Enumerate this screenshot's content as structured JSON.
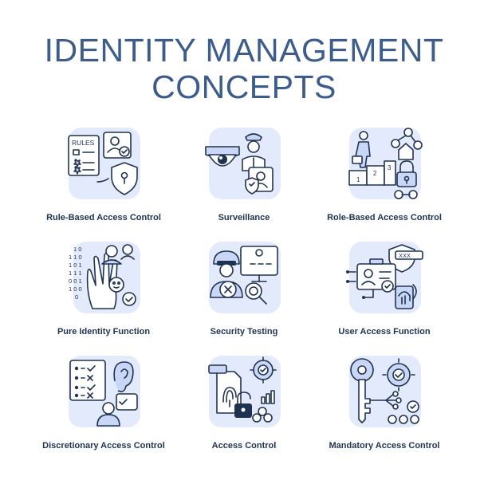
{
  "title": {
    "line1": "IDENTITY MANAGEMENT",
    "line2": "CONCEPTS"
  },
  "colors": {
    "title": "#3b5c8c",
    "label": "#1f3350",
    "icon_background": "#e3eafb",
    "icon_stroke": "#1f3350"
  },
  "concepts": [
    {
      "label": "Rule-Based Access Control",
      "icon": "rules-clipboard-user-shield-icon",
      "icon_text": "RULES"
    },
    {
      "label": "Surveillance",
      "icon": "cctv-camera-guard-icon"
    },
    {
      "label": "Role-Based Access Control",
      "icon": "podium-hierarchy-lock-icon",
      "icon_text": [
        "1",
        "2",
        "3"
      ]
    },
    {
      "label": "Pure Identity Function",
      "icon": "binary-hand-faces-icon",
      "icon_text": [
        "1 0",
        "1 1 0",
        "1 0 1",
        "1 1 1",
        "0 0 1",
        "1 0 0",
        "0"
      ]
    },
    {
      "label": "Security Testing",
      "icon": "hacker-monitor-magnifier-icon"
    },
    {
      "label": "User Access Function",
      "icon": "id-card-shield-fingerprint-icon",
      "icon_text": "XXX"
    },
    {
      "label": "Discretionary Access Control",
      "icon": "checklist-ear-user-icon"
    },
    {
      "label": "Access Control",
      "icon": "fingerprint-padlock-gear-icon"
    },
    {
      "label": "Mandatory Access Control",
      "icon": "key-network-gear-icon"
    }
  ]
}
